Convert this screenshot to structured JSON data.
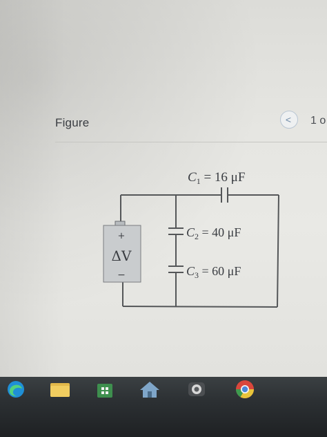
{
  "panel": {
    "title": "Figure",
    "page_count": "1 o"
  },
  "icons": {
    "prev": "chevron-left-icon",
    "taskbar": [
      "edge-icon",
      "file-explorer-icon",
      "store-icon",
      "home-icon",
      "camera-icon",
      "chrome-icon"
    ]
  },
  "circuit": {
    "battery_plus": "+",
    "battery_minus": "−",
    "battery_label": "ΔV",
    "c1": {
      "symbol": "C",
      "sub": "1",
      "value": " = 16 μF"
    },
    "c2": {
      "symbol": "C",
      "sub": "2",
      "value": " = 40 μF"
    },
    "c3": {
      "symbol": "C",
      "sub": "3",
      "value": " = 60 μF"
    }
  },
  "colors": {
    "wire": "#545658",
    "battery_fill": "#c9ccce",
    "text": "#3a3d42"
  }
}
